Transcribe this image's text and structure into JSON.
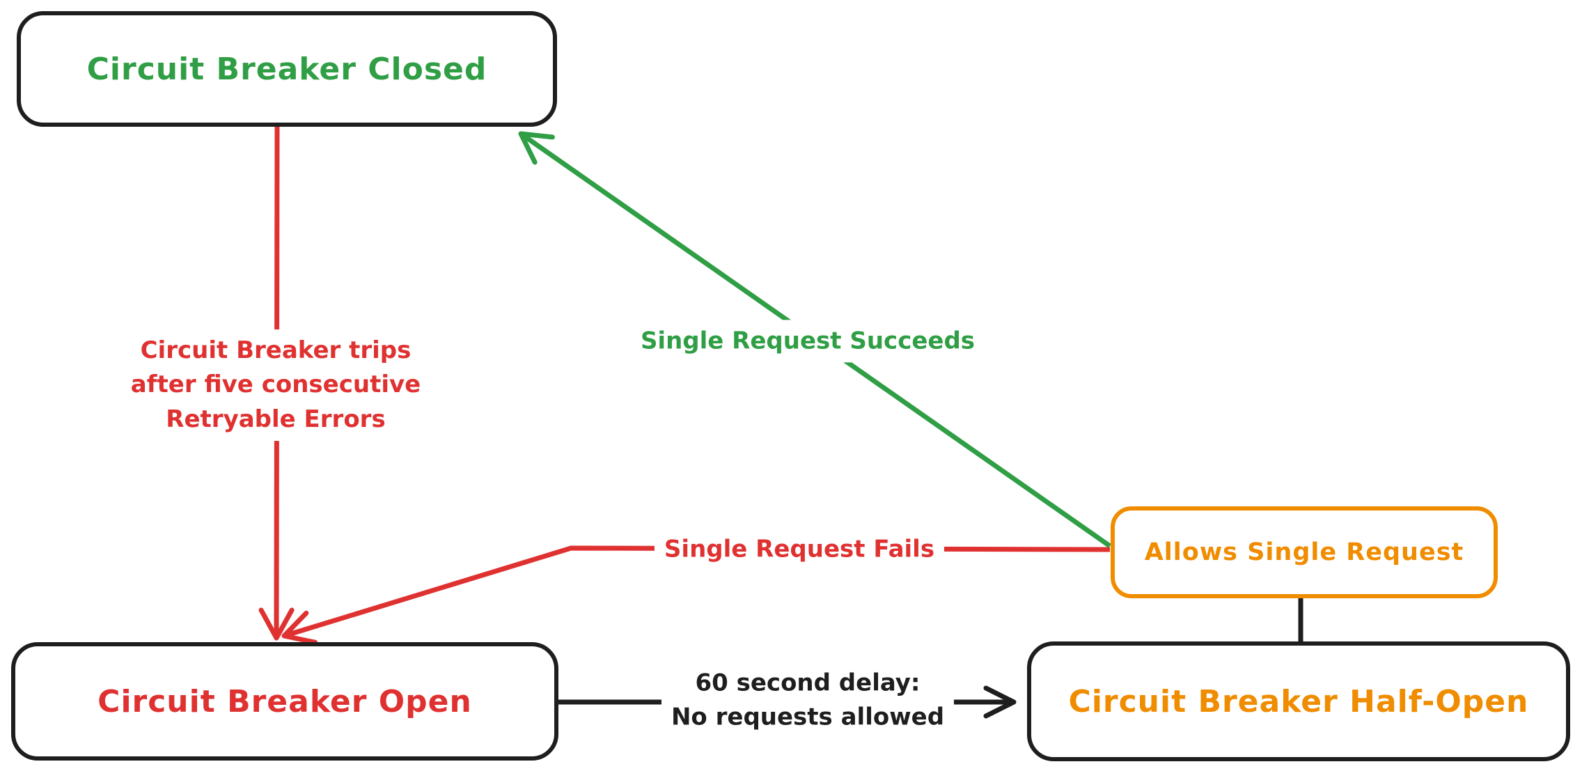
{
  "diagram": {
    "background_color": "#ffffff",
    "stroke_color": "#1e1e1e",
    "green": "#2f9e44",
    "red": "#e03131",
    "orange": "#f08c00"
  },
  "nodes": {
    "closed": {
      "label": "Circuit Breaker Closed",
      "text_color": "#2f9e44",
      "border_color": "#1e1e1e"
    },
    "open": {
      "label": "Circuit Breaker Open",
      "text_color": "#e03131",
      "border_color": "#1e1e1e"
    },
    "half_open": {
      "label": "Circuit Breaker Half-Open",
      "text_color": "#f08c00",
      "border_color": "#1e1e1e"
    },
    "allows_single_request": {
      "label": "Allows Single Request",
      "text_color": "#f08c00",
      "border_color": "#f08c00"
    }
  },
  "edges": {
    "trips": {
      "label": "Circuit Breaker trips\nafter five consecutive\nRetryable Errors",
      "color": "#e03131",
      "from": "Circuit Breaker Closed",
      "to": "Circuit Breaker Open"
    },
    "fails": {
      "label": "Single Request Fails",
      "color": "#e03131",
      "from": "Allows Single Request",
      "to": "Circuit Breaker Open"
    },
    "succeeds": {
      "label": "Single Request Succeeds",
      "color": "#2f9e44",
      "from": "Allows Single Request",
      "to": "Circuit Breaker Closed"
    },
    "delay": {
      "label": "60 second delay:\nNo requests allowed",
      "color": "#1e1e1e",
      "from": "Circuit Breaker Open",
      "to": "Circuit Breaker Half-Open"
    },
    "connector": {
      "label": "",
      "color": "#1e1e1e",
      "from": "Allows Single Request",
      "to": "Circuit Breaker Half-Open"
    }
  }
}
